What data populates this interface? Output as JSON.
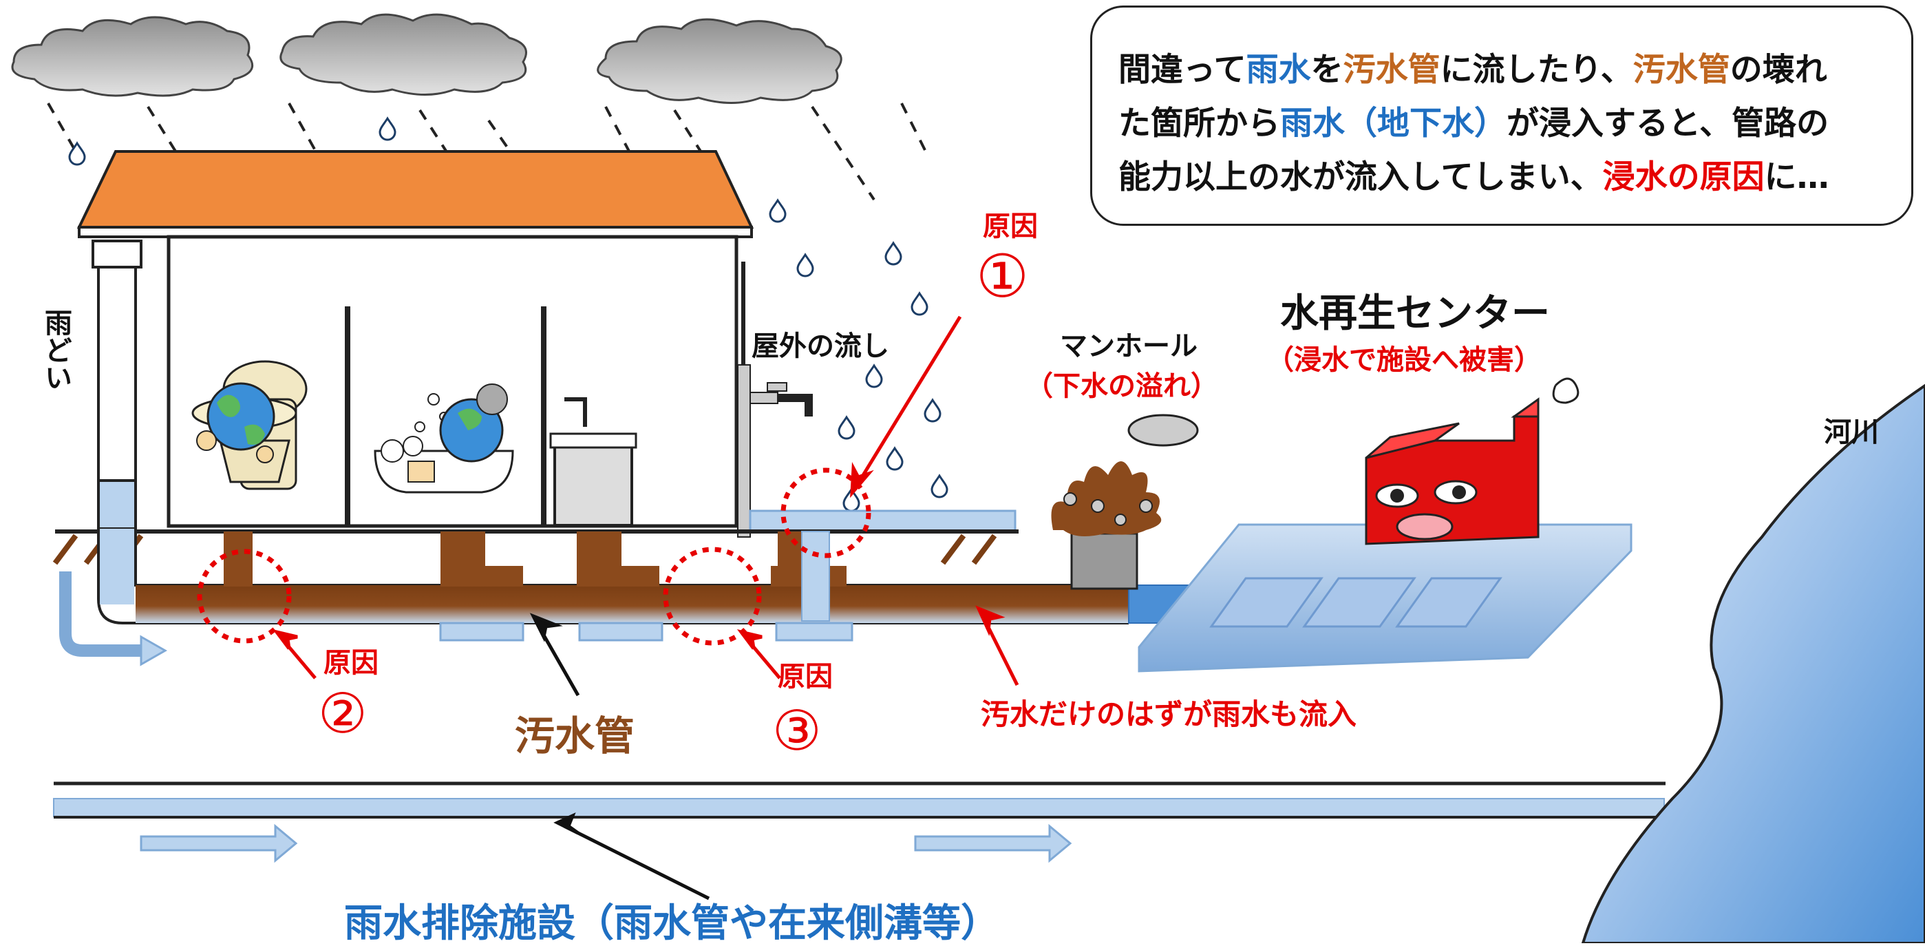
{
  "callout": {
    "line1": [
      {
        "t": "間違って",
        "c": ""
      },
      {
        "t": "雨水",
        "c": "blue"
      },
      {
        "t": "を",
        "c": ""
      },
      {
        "t": "汚水管",
        "c": "orange"
      },
      {
        "t": "に流したり、",
        "c": ""
      },
      {
        "t": "汚水管",
        "c": "orange"
      },
      {
        "t": "の壊れ",
        "c": ""
      }
    ],
    "line2": [
      {
        "t": "た箇所から",
        "c": ""
      },
      {
        "t": "雨水（地下水）",
        "c": "blue"
      },
      {
        "t": "が浸入すると、管路の",
        "c": ""
      }
    ],
    "line3": [
      {
        "t": "能力以上の水が流入してしまい、",
        "c": ""
      },
      {
        "t": "浸水の原因",
        "c": "red"
      },
      {
        "t": "に…",
        "c": ""
      }
    ]
  },
  "labels": {
    "amadoi": "雨どい",
    "cause1_word": "原因",
    "cause1_num": "①",
    "cause2_word": "原因",
    "cause2_num": "②",
    "cause3_word": "原因",
    "cause3_num": "③",
    "outdoor_sink": "屋外の流し",
    "manhole": "マンホール",
    "manhole_sub": "（下水の溢れ）",
    "center_title": "水再生センター",
    "center_sub": "（浸水で施設へ被害）",
    "river": "河川",
    "sewer_pipe": "汚水管",
    "sewer_note": "汚水だけのはずが雨水も流入",
    "storm_facility": "雨水排除施設（雨水管や在来側溝等）"
  },
  "colors": {
    "rain_blue": "#1f6fc2",
    "sewage_brown": "#8b4a1c",
    "cause_red": "#e60000",
    "roof_orange": "#f08a3c",
    "center_red": "#e01010",
    "river_blue": "#4b8fd6"
  }
}
